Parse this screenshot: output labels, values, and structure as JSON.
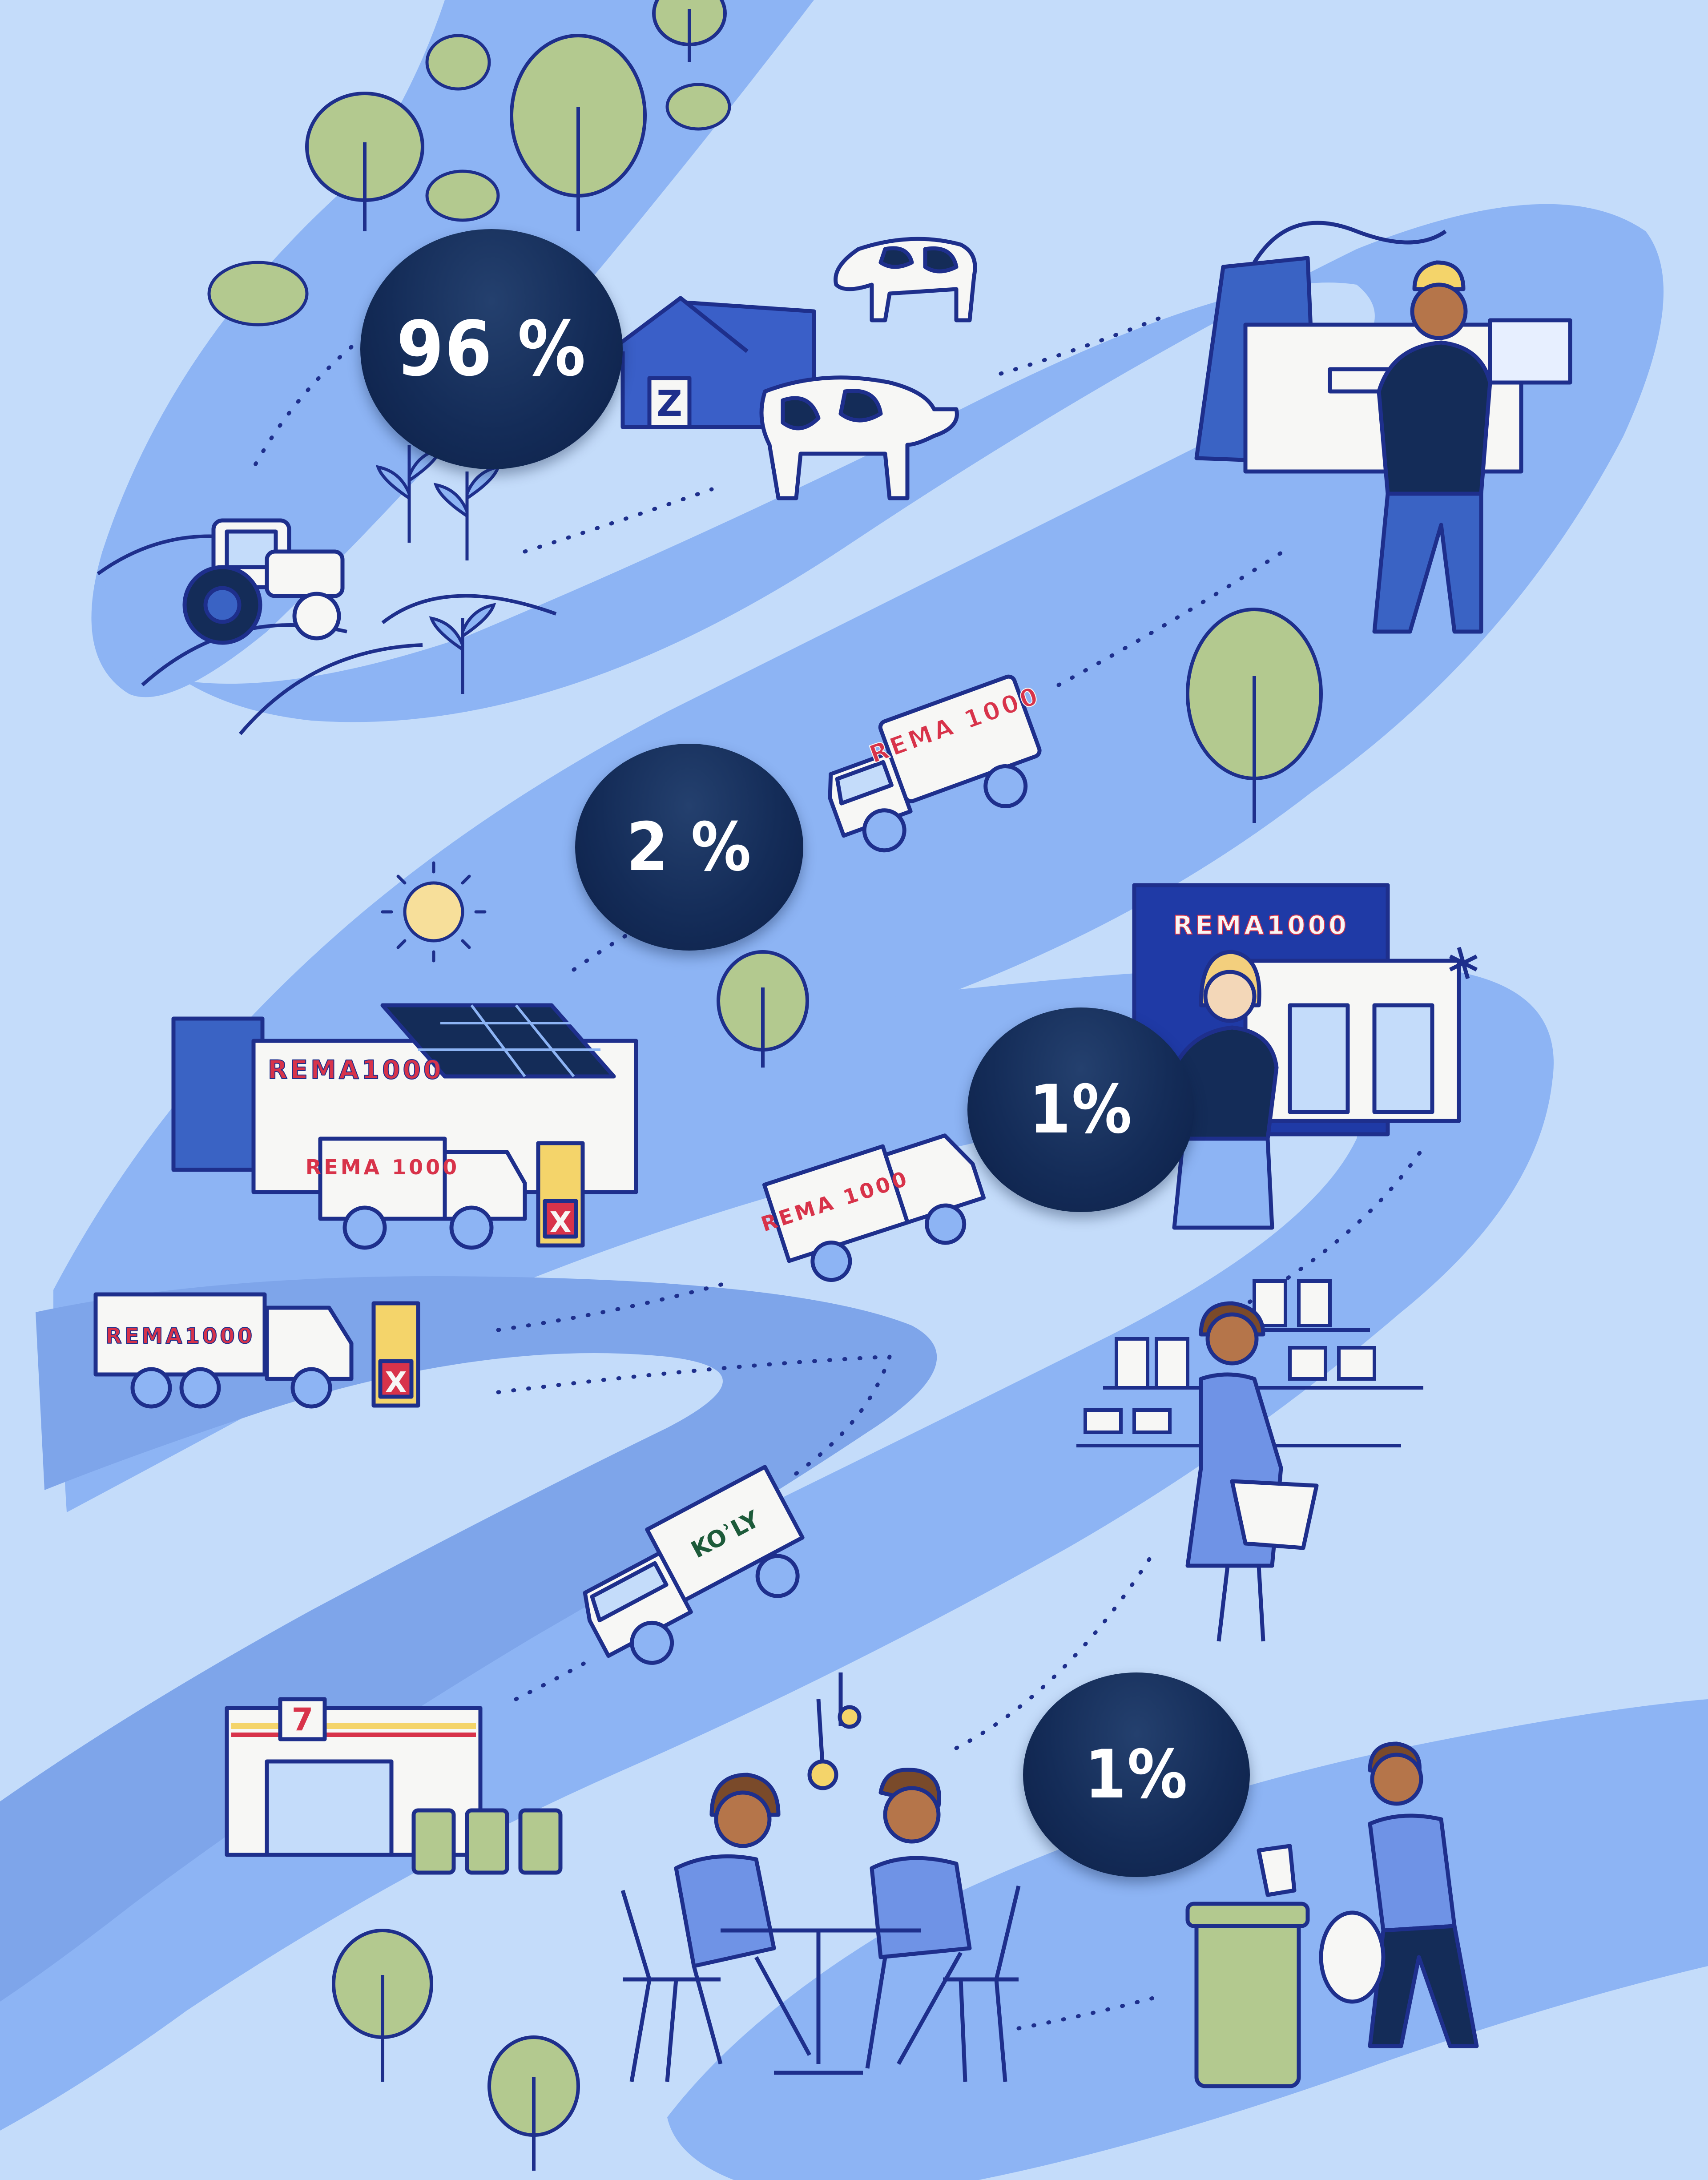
{
  "steps": [
    {
      "id": "farm",
      "percent": "96 %"
    },
    {
      "id": "transport",
      "percent": "2 %"
    },
    {
      "id": "store",
      "percent": "1%"
    },
    {
      "id": "consumer",
      "percent": "1%"
    }
  ],
  "labels": {
    "rema_store": "REMA1000",
    "rema_warehouse": "REMA1000",
    "rema_truck_warehouse": "REMA 1000",
    "rema_truck_big": "REMA1000",
    "rema_truck_road_1": "REMA 1000",
    "rema_truck_road_2": "REMA 1000",
    "kavli_truck": "KOʾLY",
    "barn_letter": "Z",
    "charger_letter": "X",
    "seven_eleven": "7"
  },
  "colors": {
    "background": "#c4dcfa",
    "road_light": "#8db4f4",
    "road_mid": "#6f9be6",
    "badge": "#142c58",
    "outline": "#1e2f8c",
    "tree_green": "#b3c98f",
    "accent_red": "#d8334a"
  }
}
